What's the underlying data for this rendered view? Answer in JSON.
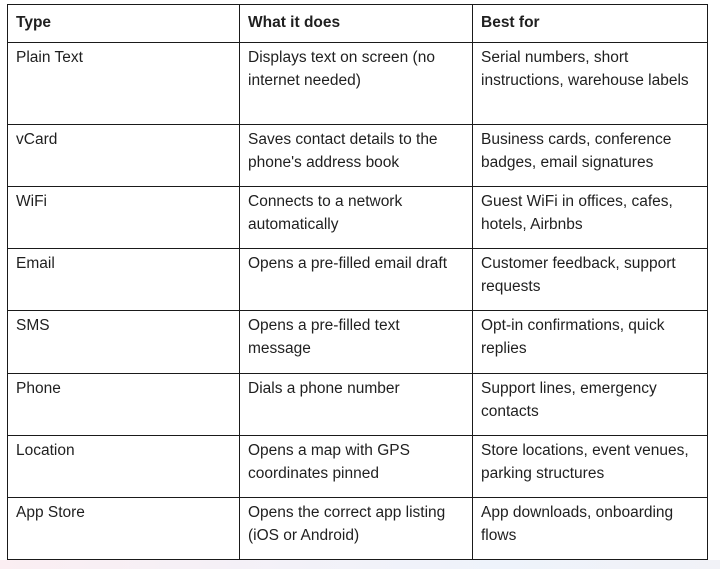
{
  "table": {
    "headers": [
      "Type",
      "What it does",
      "Best for"
    ],
    "rows": [
      {
        "type": "Plain Text",
        "what": "Displays text on screen (no internet needed)",
        "best": "Serial numbers, short instructions, warehouse labels"
      },
      {
        "type": "vCard",
        "what": "Saves contact details to the phone's address book",
        "best": "Business cards, conference badges, email signatures"
      },
      {
        "type": "WiFi",
        "what": "Connects to a network automatically",
        "best": "Guest WiFi in offices, cafes, hotels, Airbnbs"
      },
      {
        "type": "Email",
        "what": "Opens a pre-filled email draft",
        "best": "Customer feedback, support requests"
      },
      {
        "type": "SMS",
        "what": "Opens a pre-filled text message",
        "best": "Opt-in confirmations, quick replies"
      },
      {
        "type": "Phone",
        "what": "Dials a phone number",
        "best": "Support lines, emergency contacts"
      },
      {
        "type": "Location",
        "what": "Opens a map with GPS coordinates pinned",
        "best": "Store locations, event venues, parking structures"
      },
      {
        "type": "App Store",
        "what": "Opens the correct app listing (iOS or Android)",
        "best": "App downloads, onboarding flows"
      }
    ]
  }
}
